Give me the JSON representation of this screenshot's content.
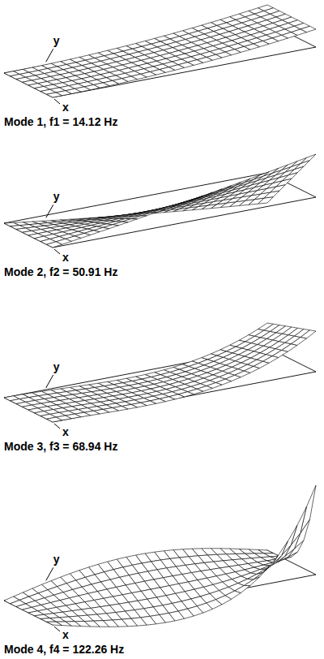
{
  "diagram": {
    "labels": [
      "y",
      "x",
      "Mode 1, f1 = 14.12 Hz",
      "y",
      "x",
      "Mode 2, f2 = 50.91 Hz",
      "y",
      "x",
      "Mode 3, f3 = 68.94 Hz",
      "y",
      "x",
      "Mode 4, f4 = 122.26 Hz"
    ]
  }
}
